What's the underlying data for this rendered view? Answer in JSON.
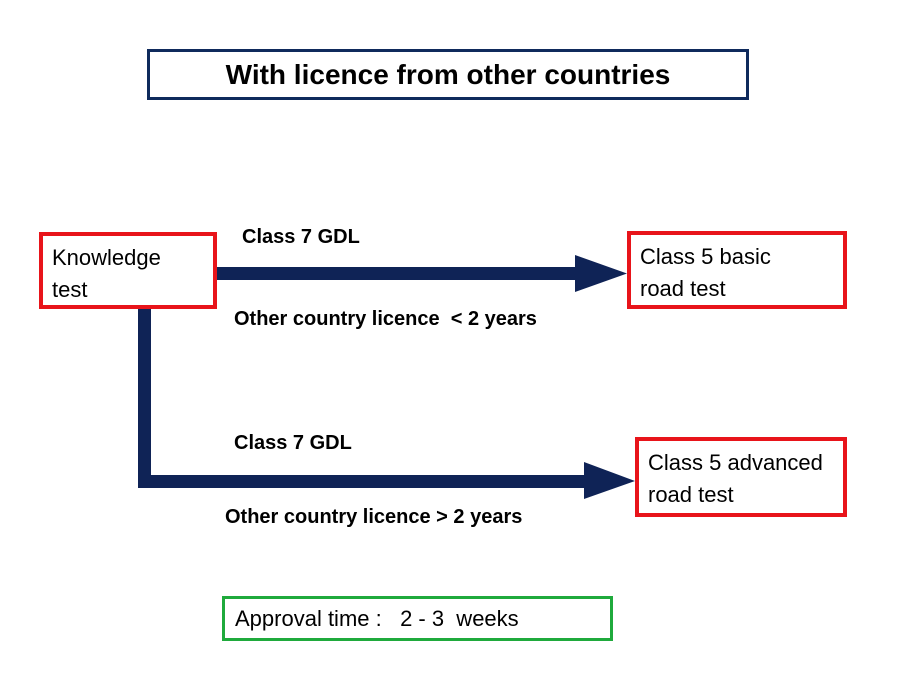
{
  "title": "With licence from other countries",
  "nodes": {
    "knowledge_test": {
      "line1": "Knowledge",
      "line2": "test"
    },
    "class5_basic": {
      "line1": "Class 5 basic",
      "line2": "road test"
    },
    "class5_advanced": {
      "line1": "Class 5 advanced",
      "line2": "road test"
    }
  },
  "edges": {
    "to_basic": {
      "label_above": "Class 7 GDL",
      "label_below": "Other country licence  < 2 years"
    },
    "to_advanced": {
      "label_above": "Class 7 GDL",
      "label_below": "Other country licence > 2 years"
    }
  },
  "approval": {
    "label": "Approval time :   2 - 3  weeks"
  },
  "colors": {
    "arrow": "#0f2356",
    "node_border": "#e8141a",
    "title_border": "#0f2a5c",
    "approval_border": "#1faa3c"
  }
}
